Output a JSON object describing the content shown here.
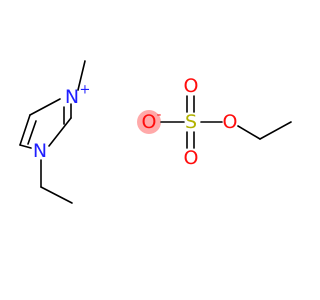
{
  "colors": {
    "nitrogen": "#1f1fff",
    "oxygen": "#ff0d0d",
    "sulfur": "#b2b200",
    "bond": "#000000",
    "oxygen_halo": "#ff9a9a"
  },
  "cation": {
    "n_methyl_label": "N",
    "n_methyl_charge": "+",
    "n_ethyl_label": "N"
  },
  "anion": {
    "o_minus_label": "O",
    "o_minus_charge": "-",
    "s_label": "S",
    "o_top_label": "O",
    "o_bottom_label": "O",
    "o_ester_label": "O"
  }
}
